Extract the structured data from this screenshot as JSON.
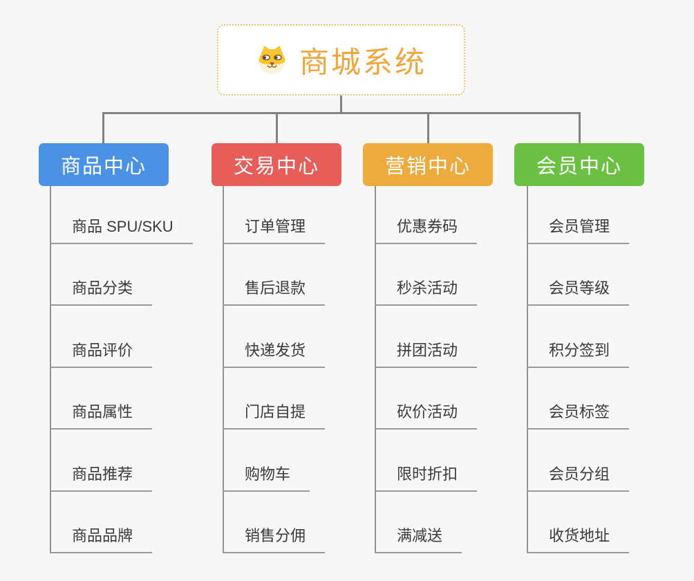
{
  "root": {
    "title": "商城系统",
    "icon": "dog-face-icon"
  },
  "branches": [
    {
      "label": "商品中心",
      "color": "#4b92e5",
      "children": [
        "商品 SPU/SKU",
        "商品分类",
        "商品评价",
        "商品属性",
        "商品推荐",
        "商品品牌"
      ]
    },
    {
      "label": "交易中心",
      "color": "#e75d5a",
      "children": [
        "订单管理",
        "售后退款",
        "快递发货",
        "门店自提",
        "购物车",
        "销售分佣"
      ]
    },
    {
      "label": "营销中心",
      "color": "#edaa3d",
      "children": [
        "优惠券码",
        "秒杀活动",
        "拼团活动",
        "砍价活动",
        "限时折扣",
        "满减送"
      ]
    },
    {
      "label": "会员中心",
      "color": "#6cc145",
      "children": [
        "会员管理",
        "会员等级",
        "积分签到",
        "会员标签",
        "会员分组",
        "收货地址"
      ]
    }
  ],
  "colors": {
    "canvas_bg": "#f7f7f7",
    "root_border": "#f1bd6e",
    "root_title": "#f0a63e",
    "connector": "#828282",
    "leaf_line": "#9a9a9a",
    "leaf_text": "#3a3a3a"
  }
}
